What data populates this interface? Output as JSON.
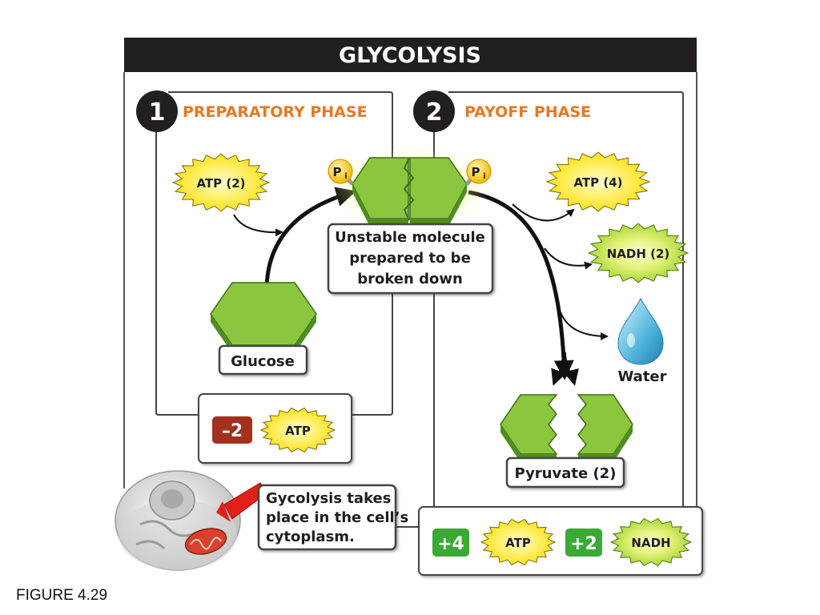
{
  "title": "GLYCOLYSIS",
  "figure_label": "FIGURE 4.29",
  "phase1": {
    "number": "1",
    "label": "PREPARATORY PHASE"
  },
  "phase2": {
    "number": "2",
    "label": "PAYOFF PHASE"
  },
  "atp_in": "ATP (2)",
  "atp_out": "ATP (4)",
  "nadh_out": "NADH (2)",
  "phosphate": {
    "main": "P",
    "sub": "i"
  },
  "unstable": {
    "line1": "Unstable molecule",
    "line2": "prepared to be",
    "line3": "broken down"
  },
  "glucose": "Glucose",
  "water": "Water",
  "pyruvate": "Pyruvate (2)",
  "net_prep": {
    "value": "–2",
    "molecule": "ATP"
  },
  "net_payoff": {
    "atp_value": "+4",
    "atp": "ATP",
    "nadh_value": "+2",
    "nadh": "NADH"
  },
  "cell_note": {
    "line1": "Gycolysis takes",
    "line2": "place in the cell’s",
    "line3": "cytoplasm."
  },
  "colors": {
    "header": "#231f20",
    "phase_orange": "#e87722",
    "hex_green": "#8cc63f",
    "burst_yellow": "#ffe93a",
    "burst_green": "#bde04a",
    "minus_red": "#a3301c",
    "plus_green": "#3aa935",
    "water_blue": "#4fb4dc"
  }
}
